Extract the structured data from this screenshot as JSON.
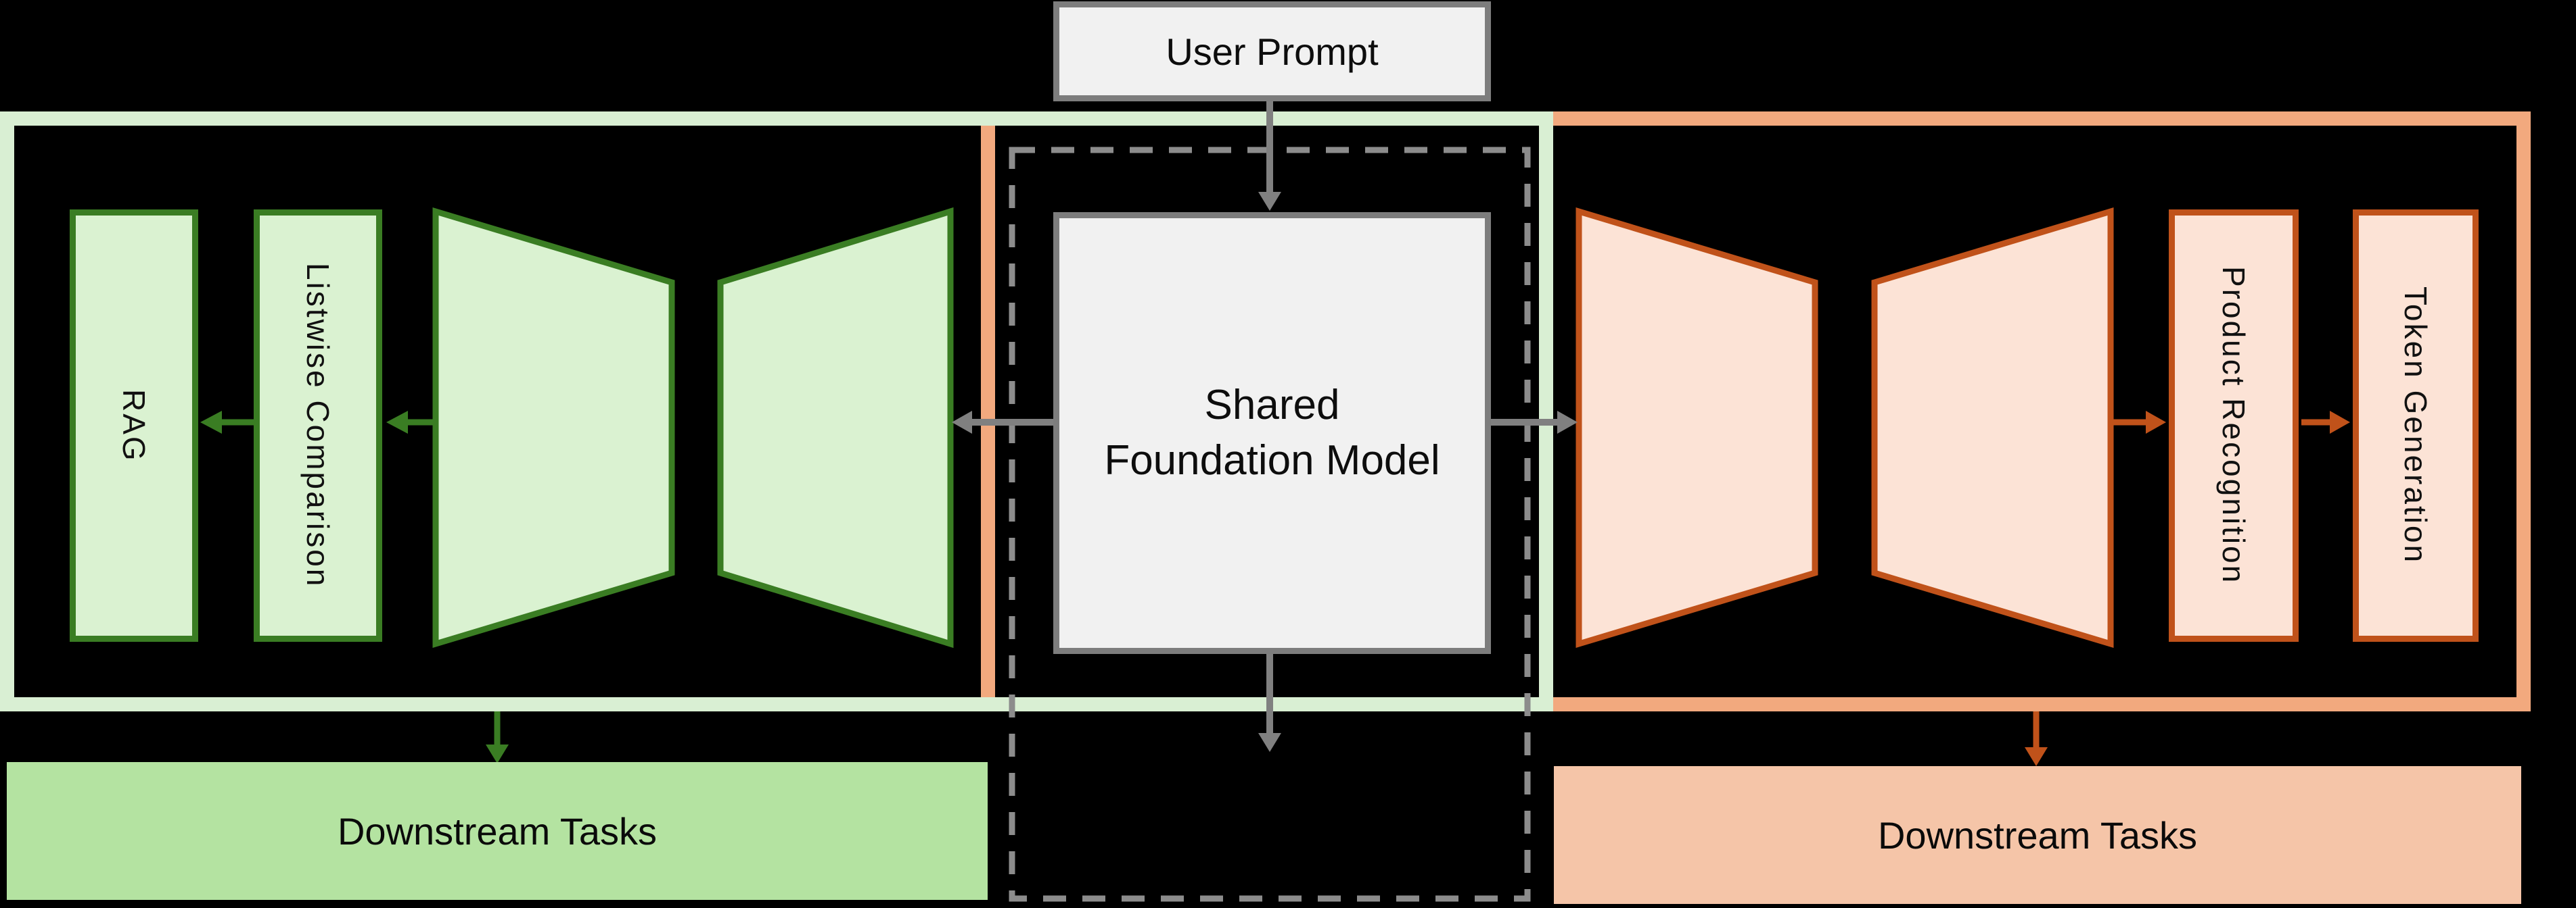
{
  "diagram": {
    "user_prompt_label": "User Prompt",
    "shared_model_label": "Shared\nFoundation Model",
    "left_panel": {
      "rag_label": "RAG",
      "listwise_label": "Listwise Comparison",
      "downstream_label": "Downstream Tasks"
    },
    "right_panel": {
      "product_recognition_label": "Product Recognition",
      "token_generation_label": "Token Generation",
      "downstream_label": "Downstream Tasks"
    },
    "palette": {
      "background": "#000000",
      "green_panel_border": "#d9efd3",
      "green_shape_fill": "#daf2d1",
      "green_accent": "#3a7d23",
      "green_downstream_fill": "#b4e3a1",
      "orange_panel_border": "#f2a97e",
      "orange_shape_fill": "#fce3d6",
      "orange_accent": "#c0521a",
      "orange_downstream_fill": "#f5c5a8",
      "neutral_box_fill": "#f1f1f1",
      "neutral_box_border": "#7d7d7d",
      "arrow_gray": "#808080",
      "dashed_outline_gray": "#8c8c8c"
    }
  }
}
